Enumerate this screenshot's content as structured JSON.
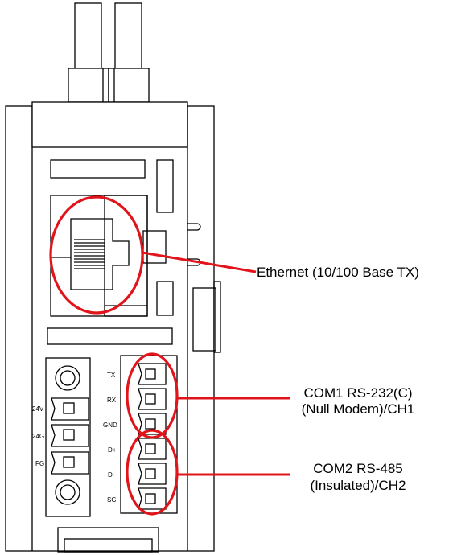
{
  "pin_labels": {
    "tx": "TX",
    "rx": "RX",
    "gnd": "GND",
    "dplus": "D+",
    "dminus": "D-",
    "sg": "SG"
  },
  "power_labels": {
    "v24": "24V",
    "g24": "24G",
    "fg": "FG"
  },
  "callouts": {
    "ethernet": "Ethernet (10/100 Base TX)",
    "com1_line1": "COM1 RS-232(C)",
    "com1_line2": "(Null Modem)/CH1",
    "com2_line1": "COM2 RS-485",
    "com2_line2": "(Insulated)/CH2"
  },
  "colors": {
    "highlight": "#e0141a",
    "outline": "#000000"
  }
}
